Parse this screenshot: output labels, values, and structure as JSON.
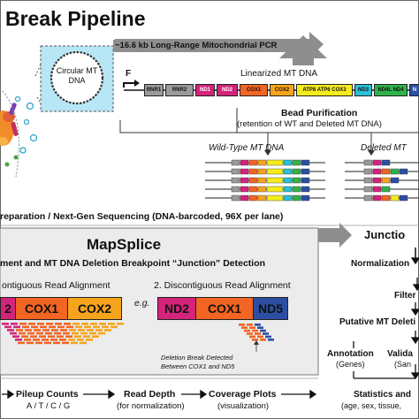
{
  "title": "Break Pipeline",
  "pcr_label": "~16.6 kb Long-Range Mitochondrial PCR",
  "circle_label": "Circular MT DNA",
  "primer_f": "F",
  "linearized_label": "Linearized MT DNA",
  "genes": [
    "RNR1",
    "RNR2",
    "ND1",
    "ND2",
    "COX1",
    "COX2",
    "ATP8 ATP6 COX3",
    "ND3",
    "ND4L ND4",
    "N"
  ],
  "bead_title": "Bead Purification",
  "bead_sub": "(retention of WT and Deleted MT DNA)",
  "wildtype_label": "Wild-Type MT DNA",
  "deleted_label": "Deleted MT",
  "sequencing_label": "reparation / Next-Gen Sequencing (DNA-barcoded, 96X per lane)",
  "mapsplice": {
    "title": "MapSplice",
    "subtitle": "ment and MT DNA Deletion Breakpoint “Junction” Detection",
    "contig_label": "ontiguous Read Alignment",
    "discontig_label": "2. Discontiguous Read Alignment",
    "eg": "e.g.",
    "contig_segments": [
      "2",
      "COX1",
      "COX2"
    ],
    "discontig_segments": [
      "ND2",
      "COX1",
      "ND5"
    ],
    "deletion_note_line1": "Deletion Break Detected",
    "deletion_note_line2": "Between COX1 and ND5"
  },
  "junction_title": "Junctio",
  "right_steps": {
    "normalization": "Normalization",
    "filter": "Filter",
    "putative": "Putative MT Deleti",
    "annotation": "Annotation",
    "annotation_sub": "(Genes)",
    "validation": "Valida",
    "validation_sub": "(San",
    "stats": "Statistics and",
    "stats_sub": "(age, sex, tissue,"
  },
  "bottom_steps": {
    "pileup": "Pileup Counts",
    "pileup_sub": "A / T / C / G",
    "depth": "Read Depth",
    "depth_sub": "(for normalization)",
    "coverage": "Coverage Plots",
    "coverage_sub": "(visualization)"
  },
  "colors": {
    "gray_arrow": "#8e8e8e",
    "panel_bg": "#ececec",
    "cyan": "#b7e6f5",
    "nd": "#d4237a",
    "cox1": "#f26522",
    "cox2": "#f7a41d",
    "atp": "#f5ec1d",
    "nd3": "#2bbfd8",
    "nd4": "#2fb34b",
    "nd5": "#2c4fa3",
    "rnr": "#9a9a9a"
  }
}
